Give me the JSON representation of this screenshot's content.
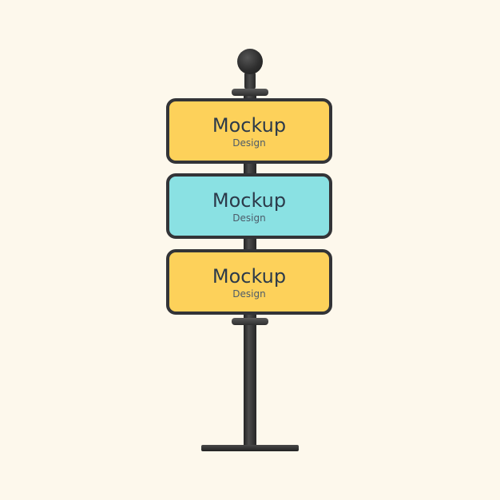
{
  "signs": [
    {
      "title": "Mockup",
      "subtitle": "Design",
      "color": "#fdd15a"
    },
    {
      "title": "Mockup",
      "subtitle": "Design",
      "color": "#8ae1e3"
    },
    {
      "title": "Mockup",
      "subtitle": "Design",
      "color": "#fdd15a"
    }
  ],
  "colors": {
    "background": "#fdf8ec",
    "pole": "#333437",
    "text": "#2c3a4a"
  }
}
